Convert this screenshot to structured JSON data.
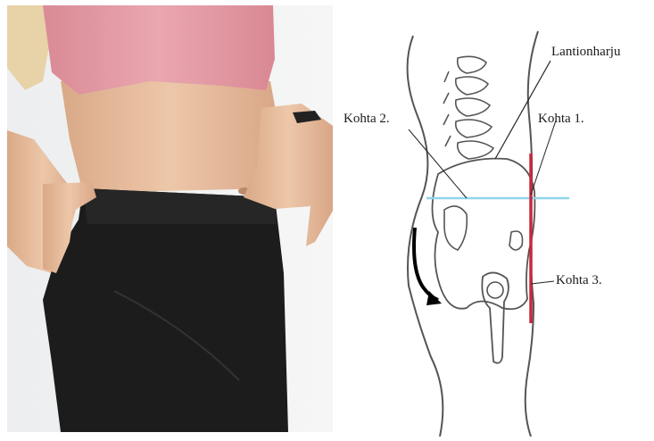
{
  "labels": {
    "iliac_crest": "Lantionharju",
    "point1": "Kohta 1.",
    "point2": "Kohta 2.",
    "point3": "Kohta 3."
  },
  "colors": {
    "vertical_line": "#c8283c",
    "horizontal_line": "#8fd6ea",
    "sketch": "#555555",
    "arrow": "#000000",
    "shirt": "#e39aa4",
    "leggings": "#1c1c1c",
    "skin": "#e7bfa0"
  }
}
